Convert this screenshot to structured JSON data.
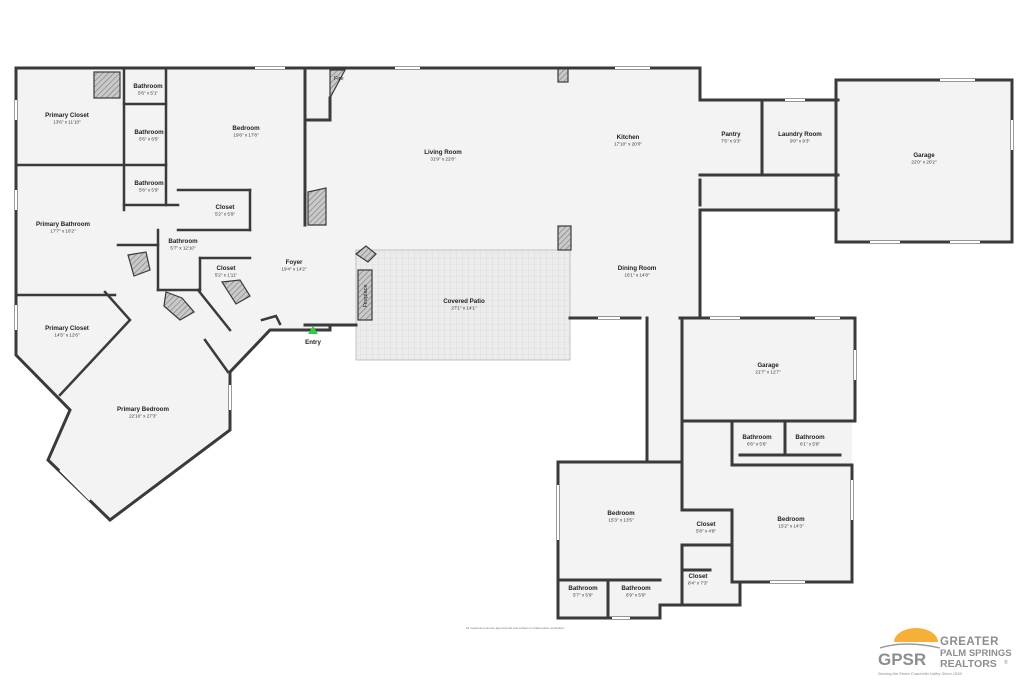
{
  "rooms": [
    {
      "name": "Primary Closet",
      "dim": "13'6\" x 11'10\""
    },
    {
      "name": "Bathroom",
      "dim": "5'6\" x 5'1\""
    },
    {
      "name": "Bathroom",
      "dim": "5'6\" x 6'5\""
    },
    {
      "name": "Bathroom",
      "dim": "5'6\" x 5'9\""
    },
    {
      "name": "Bedroom",
      "dim": "19'6\" x 17'8\""
    },
    {
      "name": "Primary Bathroom",
      "dim": "17'7\" x 16'2\""
    },
    {
      "name": "Closet",
      "dim": "5'2\" x 5'9\""
    },
    {
      "name": "Bathroom",
      "dim": "5'7\" x 12'10\""
    },
    {
      "name": "Closet",
      "dim": "5'2\" x 1'11\""
    },
    {
      "name": "Foyer",
      "dim": "19'4\" x 14'2\""
    },
    {
      "name": "Primary Closet",
      "dim": "14'5\" x 12'6\""
    },
    {
      "name": "Primary Bedroom",
      "dim": "22'10\" x 27'3\""
    },
    {
      "name": "Living Room",
      "dim": "31'9\" x 22'8\""
    },
    {
      "name": "Kitchen",
      "dim": "17'10\" x 20'0\""
    },
    {
      "name": "Pantry",
      "dim": "7'5\" x 9'3\""
    },
    {
      "name": "Laundry Room",
      "dim": "9'0\" x 9'3\""
    },
    {
      "name": "Garage",
      "dim": "22'0\" x 20'2\""
    },
    {
      "name": "Covered Patio",
      "dim": "27'1\" x 14'1\""
    },
    {
      "name": "Dining Room",
      "dim": "16'1\" x 14'8\""
    },
    {
      "name": "Garage",
      "dim": "21'7\" x 12'7\""
    },
    {
      "name": "Bathroom",
      "dim": "6'6\" x 5'6\""
    },
    {
      "name": "Bathroom",
      "dim": "6'1\" x 5'6\""
    },
    {
      "name": "Bedroom",
      "dim": "15'3\" x 13'5\""
    },
    {
      "name": "Closet",
      "dim": "5'8\" x 4'8\""
    },
    {
      "name": "Bedroom",
      "dim": "15'2\" x 14'3\""
    },
    {
      "name": "Closet",
      "dim": "8'4\" x 7'3\""
    },
    {
      "name": "Bathroom",
      "dim": "5'7\" x 5'9\""
    },
    {
      "name": "Bathroom",
      "dim": "6'9\" x 5'9\""
    }
  ],
  "labels": {
    "fire": "Fire",
    "fireplace": "Fireplace",
    "entry": "Entry"
  },
  "disclaimer": "All measurements are approximate and subject to independent verification",
  "logo": {
    "mark": "GPSR",
    "line1": "GREATER",
    "line2": "PALM SPRINGS",
    "line3": "REALTORS",
    "reg": "®",
    "tagline": "Serving the Entire Coachella Valley Since 1939"
  },
  "colors": {
    "wall": "#3a3a3a",
    "floor": "#f3f3f3",
    "patio_fill": "#e9e9e9",
    "entry_marker": "#2ecc40",
    "logo_orange": "#f5a623",
    "logo_gray": "#8e8e8e"
  }
}
